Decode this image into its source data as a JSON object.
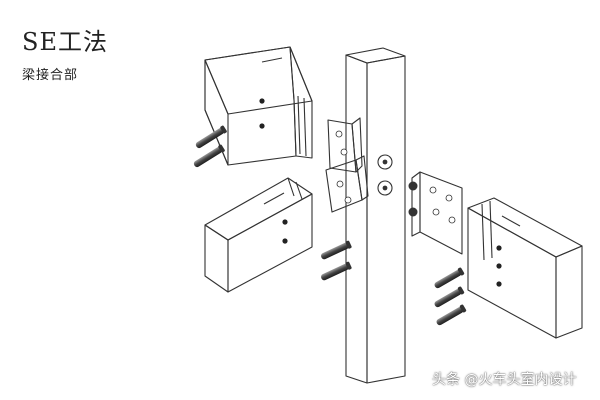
{
  "header": {
    "title": "SE工法",
    "subtitle": "梁接合部"
  },
  "watermark": {
    "text": "头条 @火车头室内设计"
  },
  "colors": {
    "wood_front": "#f4f4f4",
    "wood_top": "#e6e6e6",
    "wood_side": "#d4d4d4",
    "metal": "#a9a9a9",
    "metal_dark": "#6f6f6f",
    "outline": "#333333"
  }
}
